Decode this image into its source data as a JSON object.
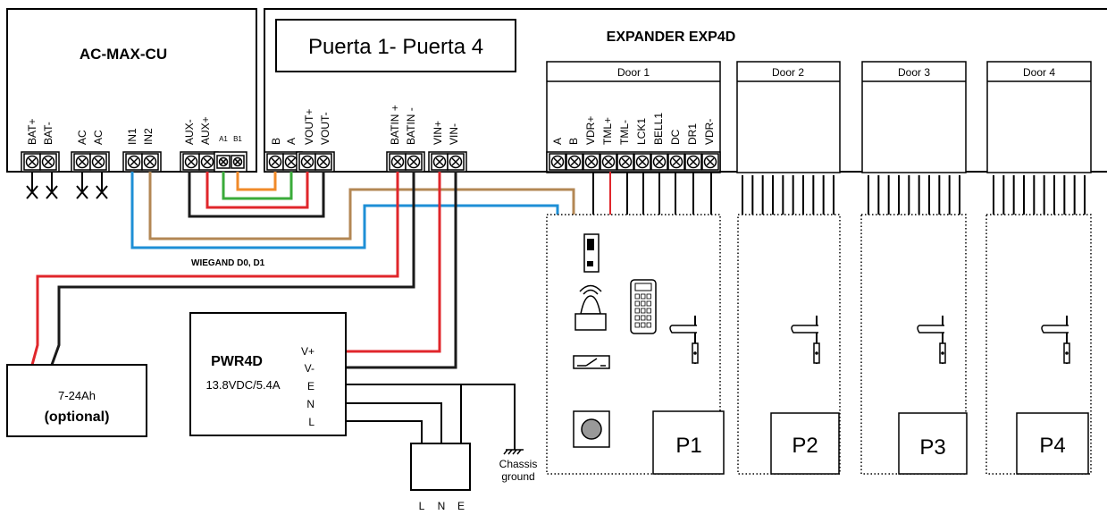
{
  "controller": {
    "title": "AC-MAX-CU",
    "terminals": {
      "bat": [
        "BAT+",
        "BAT-"
      ],
      "ac": [
        "AC",
        "AC"
      ],
      "in": [
        "IN1",
        "IN2"
      ],
      "aux": [
        "AUX-",
        "AUX+"
      ],
      "rs485": [
        "A1",
        "B1"
      ],
      "ba": [
        "B",
        "A"
      ],
      "vout": [
        "VOUT+",
        "VOUT-"
      ],
      "batin": [
        "BATIN +",
        "BATIN -"
      ],
      "vin": [
        "VIN+",
        "VIN-"
      ]
    }
  },
  "note_box": "Puerta 1- Puerta 4",
  "expander": {
    "title": "EXPANDER EXP4D",
    "doors": [
      "Door 1",
      "Door 2",
      "Door 3",
      "Door 4"
    ],
    "door1_terminals": [
      "A",
      "B",
      "VDR+",
      "TML+",
      "TML-",
      "LCK1",
      "BELL1",
      "DC",
      "DR1",
      "VDR-"
    ]
  },
  "wiegand_label": "WIEGAND D0, D1",
  "power_supply": {
    "title": "PWR4D",
    "rating": "13.8VDC/5.4A",
    "terminals": [
      "V+",
      "V-",
      "E",
      "N",
      "L"
    ]
  },
  "battery": {
    "capacity": "7-24Ah",
    "note": "(optional)"
  },
  "mains_terminals": [
    "L",
    "N",
    "E"
  ],
  "chassis_ground": [
    "Chassis",
    "ground"
  ],
  "panels": [
    "P1",
    "P2",
    "P3",
    "P4"
  ],
  "colors": {
    "red": "#e0262b",
    "black": "#1a1a1a",
    "blue": "#1e8fd6",
    "brown": "#b38754",
    "green": "#3aab3a",
    "orange": "#f08a2a"
  }
}
